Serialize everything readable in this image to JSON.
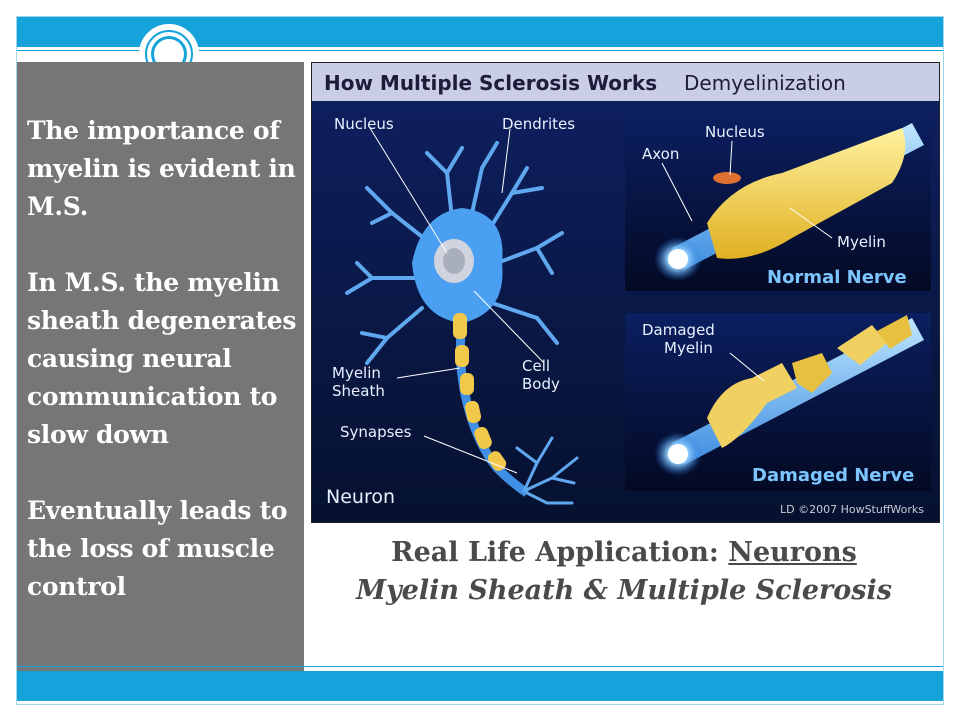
{
  "slide": {
    "left_paragraphs": [
      "The importance of  myelin is evident in M.S.",
      "In M.S. the myelin sheath degenerates causing neural communication to slow down",
      "Eventually leads to the loss of muscle control"
    ],
    "caption": {
      "prefix": "Real Life Application: ",
      "topic": "Neurons",
      "subtitle": "Myelin Sheath & Multiple Sclerosis"
    }
  },
  "diagram": {
    "title": "How Multiple Sclerosis Works",
    "subtitle": "Demyelinization",
    "neuron_labels": {
      "nucleus": "Nucleus",
      "dendrites": "Dendrites",
      "cell_body_1": "Cell",
      "cell_body_2": "Body",
      "myelin_sheath_1": "Myelin",
      "myelin_sheath_2": "Sheath",
      "synapses": "Synapses",
      "neuron": "Neuron"
    },
    "normal_labels": {
      "nucleus": "Nucleus",
      "axon": "Axon",
      "myelin": "Myelin",
      "caption": "Normal Nerve"
    },
    "damaged_labels": {
      "damaged_1": "Damaged",
      "damaged_2": "Myelin",
      "caption": "Damaged Nerve"
    },
    "credit": "LD ©2007 HowStuffWorks"
  }
}
